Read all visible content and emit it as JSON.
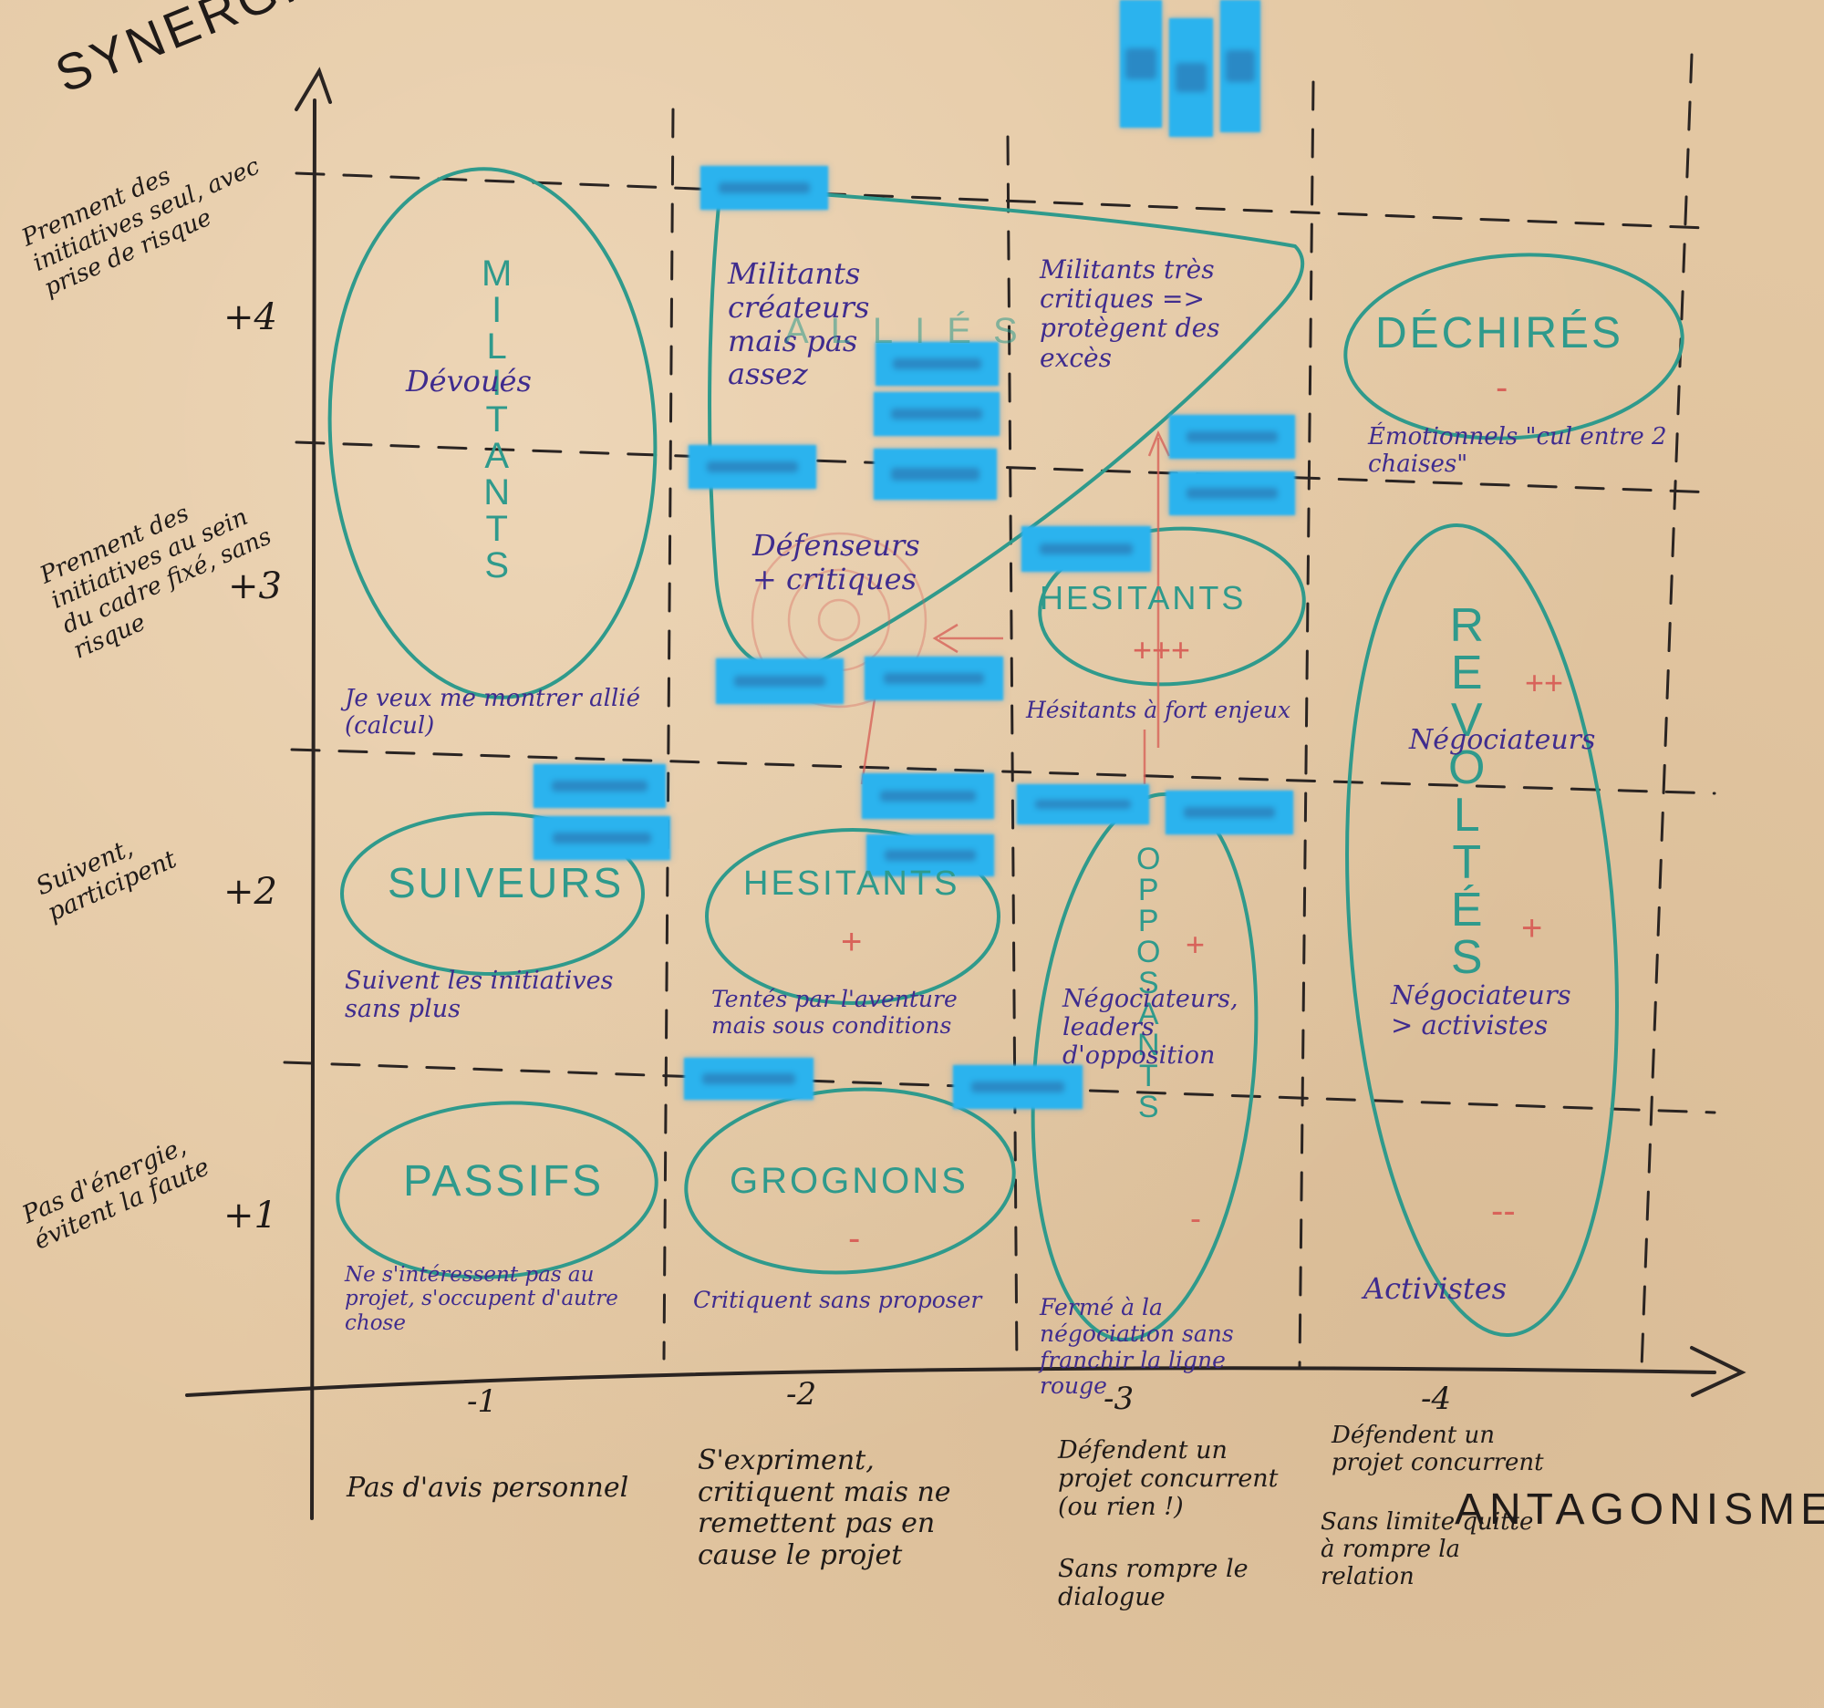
{
  "axes": {
    "y_title": "SYNERGIE",
    "x_title": "ANTAGONISME",
    "y_levels": [
      {
        "value": "+4",
        "desc": "Prennent des initiatives seul, avec prise de risque"
      },
      {
        "value": "+3",
        "desc": "Prennent des initiatives au sein du cadre fixé, sans risque"
      },
      {
        "value": "+2",
        "desc": "Suivent, participent"
      },
      {
        "value": "+1",
        "desc": "Pas d'énergie, évitent la faute"
      }
    ],
    "x_levels": [
      {
        "value": "-1",
        "desc": "Pas d'avis personnel"
      },
      {
        "value": "-2",
        "desc": "S'expriment, critiquent mais ne remettent pas en cause le projet"
      },
      {
        "value": "-3",
        "desc": "Défendent un projet concurrent (ou rien !)",
        "desc2": "Sans rompre le dialogue"
      },
      {
        "value": "-4",
        "desc": "Défendent un projet concurrent",
        "desc2": "Sans limite quitte à rompre la relation"
      }
    ]
  },
  "groups": {
    "militants": {
      "title": "MILITANTS",
      "devoues": "Dévoués",
      "note": "Je veux me montrer allié (calcul)"
    },
    "createurs": {
      "title": "Militants créateurs mais pas assez",
      "fragment": "ALLIÉS"
    },
    "critiques": {
      "title": "Militants très critiques => protègent des excès"
    },
    "defenseurs": {
      "title": "Défenseurs + critiques"
    },
    "dechires": {
      "title": "DÉCHIRÉS",
      "sign": "-",
      "note": "Émotionnels \"cul entre 2 chaises\""
    },
    "hesitants_top": {
      "title": "HESITANTS",
      "sign": "+++",
      "note": "Hésitants à fort enjeux"
    },
    "revoltes": {
      "title": "REVOLTÉS",
      "sign_top": "++",
      "negociateurs": "Négociateurs",
      "sign_mid": "+",
      "negociateurs2": "Négociateurs > activistes",
      "sign_bottom": "--",
      "activistes": "Activistes"
    },
    "suiveurs": {
      "title": "SUIVEURS",
      "note": "Suivent les initiatives sans plus"
    },
    "hesitants_mid": {
      "title": "HESITANTS",
      "sign": "+",
      "note": "Tentés par l'aventure mais sous conditions"
    },
    "opposants": {
      "title": "OPPOSANTS",
      "sign_top": "+",
      "note": "Négociateurs, leaders d'opposition",
      "sign_bottom": "-",
      "note2": "Fermé à la négociation sans franchir la ligne rouge"
    },
    "passifs": {
      "title": "PASSIFS",
      "note": "Ne s'intéressent pas au projet, s'occupent d'autre chose"
    },
    "grognons": {
      "title": "GROGNONS",
      "sign": "-",
      "note": "Critiquent sans proposer"
    }
  },
  "colors": {
    "paper": "#e3c7a2",
    "pencil": "#2a2422",
    "marker_teal": "#2f9a8c",
    "marker_purple": "#3f2c8e",
    "marker_red": "#d8635a",
    "sticky_blue": "#2bb3ee"
  }
}
